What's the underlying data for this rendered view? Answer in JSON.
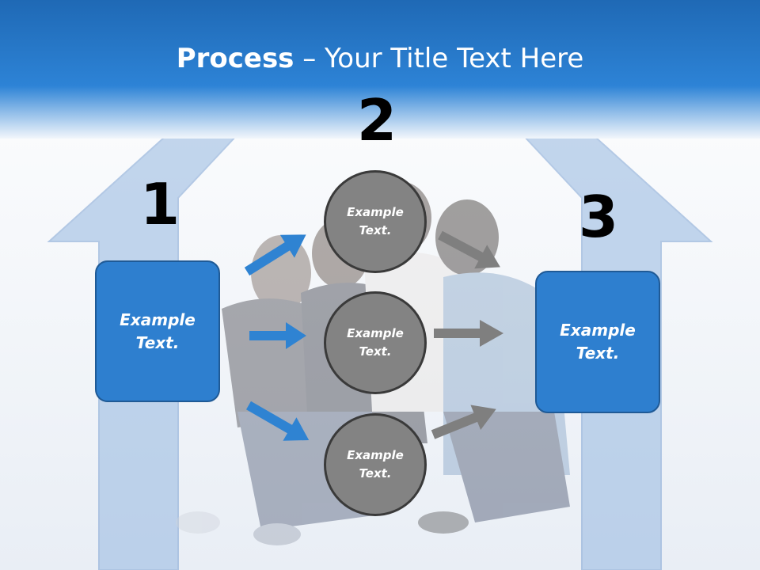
{
  "slide": {
    "title_bold": "Process",
    "title_rest": " – Your Title Text Here"
  },
  "steps": {
    "one": "1",
    "two": "2",
    "three": "3"
  },
  "left_box": {
    "line1": "Example",
    "line2": "Text."
  },
  "right_box": {
    "line1": "Example",
    "line2": "Text."
  },
  "circles": [
    {
      "line1": "Example",
      "line2": "Text."
    },
    {
      "line1": "Example",
      "line2": "Text."
    },
    {
      "line1": "Example",
      "line2": "Text."
    }
  ],
  "colors": {
    "header_blue": "#2a7fcf",
    "box_blue": "#2e7fcf",
    "circle_gray": "#838383",
    "arrow_blue": "#2f83d2",
    "arrow_gray": "#7f7f7f",
    "house_blue": "#7fa5d6"
  },
  "background_image": "family sitting under house-shaped arrows"
}
